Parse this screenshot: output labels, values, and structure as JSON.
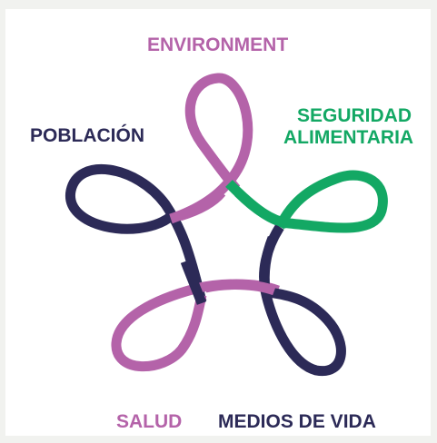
{
  "labels": {
    "environment": "ENVIRONMENT",
    "seguridad_line1": "SEGURIDAD",
    "seguridad_line2": "ALIMENTARIA",
    "poblacion": "POBLACIÓN",
    "salud": "SALUD",
    "medios_de_vida": "MEDIOS DE VIDA"
  },
  "colors": {
    "environment": "#b463a9",
    "seguridad": "#13a864",
    "poblacion": "#2c2a57",
    "salud": "#b463a9",
    "medios_de_vida": "#2c2a57",
    "background": "#f1f2ef",
    "card": "#ffffff"
  }
}
